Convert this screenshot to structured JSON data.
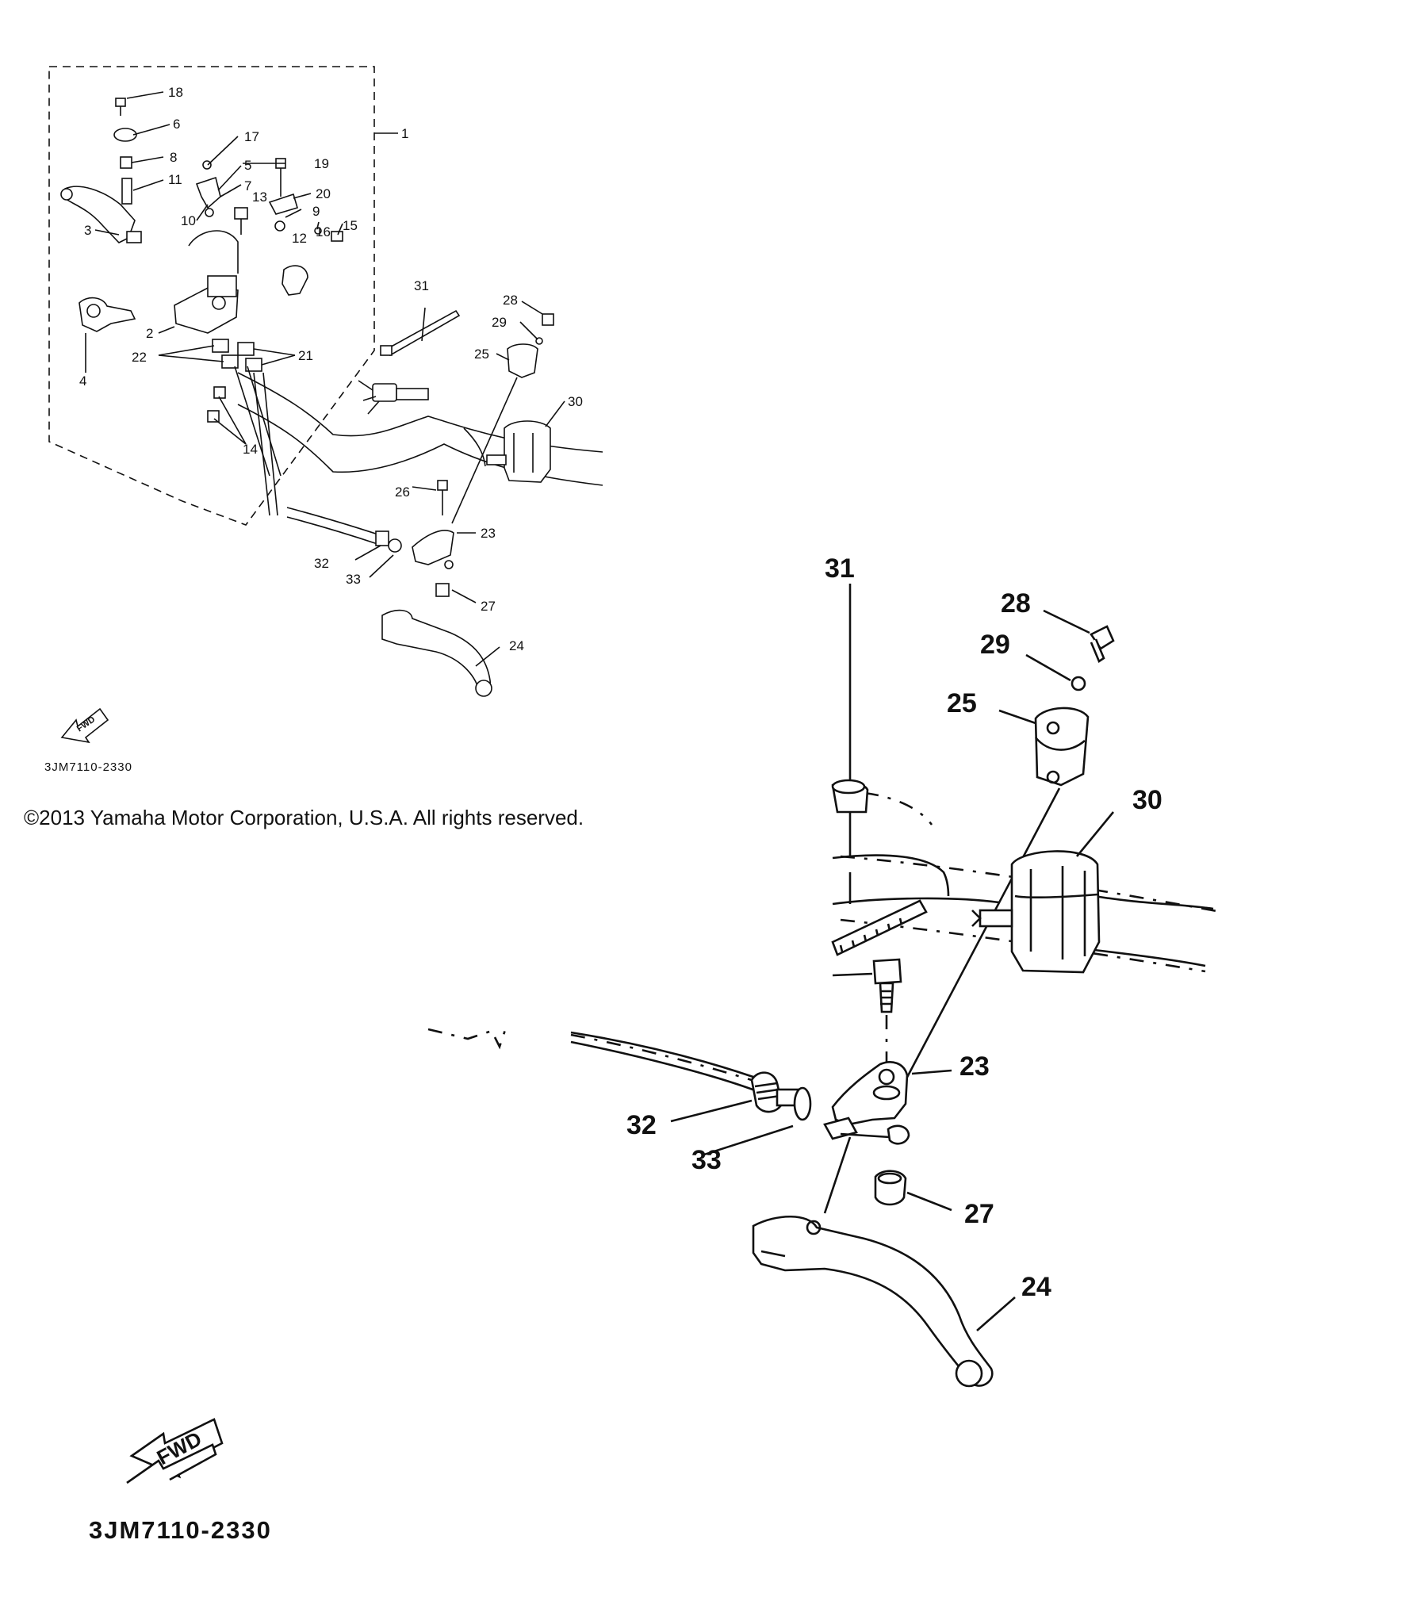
{
  "small_view": {
    "assembly_label": "1",
    "callouts": [
      {
        "id": "c18",
        "text": "18"
      },
      {
        "id": "c6",
        "text": "6"
      },
      {
        "id": "c17",
        "text": "17"
      },
      {
        "id": "c8",
        "text": "8"
      },
      {
        "id": "c5",
        "text": "5"
      },
      {
        "id": "c19",
        "text": "19"
      },
      {
        "id": "c11",
        "text": "11"
      },
      {
        "id": "c7",
        "text": "7"
      },
      {
        "id": "c13",
        "text": "13"
      },
      {
        "id": "c20",
        "text": "20"
      },
      {
        "id": "c10",
        "text": "10"
      },
      {
        "id": "c9",
        "text": "9"
      },
      {
        "id": "c16",
        "text": "16"
      },
      {
        "id": "c15",
        "text": "15"
      },
      {
        "id": "c3",
        "text": "3"
      },
      {
        "id": "c12",
        "text": "12"
      },
      {
        "id": "c2",
        "text": "2"
      },
      {
        "id": "c22",
        "text": "22"
      },
      {
        "id": "c21",
        "text": "21"
      },
      {
        "id": "c4",
        "text": "4"
      },
      {
        "id": "c14",
        "text": "14"
      },
      {
        "id": "c31",
        "text": "31"
      },
      {
        "id": "c28",
        "text": "28"
      },
      {
        "id": "c29",
        "text": "29"
      },
      {
        "id": "c25",
        "text": "25"
      },
      {
        "id": "c30",
        "text": "30"
      },
      {
        "id": "c26",
        "text": "26"
      },
      {
        "id": "c23",
        "text": "23"
      },
      {
        "id": "c32",
        "text": "32"
      },
      {
        "id": "c33",
        "text": "33"
      },
      {
        "id": "c27",
        "text": "27"
      },
      {
        "id": "c24",
        "text": "24"
      }
    ],
    "fwd_text": "FWD",
    "diagram_code": "3JM7110-2330"
  },
  "copyright": "©2013 Yamaha Motor Corporation, U.S.A. All rights reserved.",
  "large_view": {
    "callouts": [
      {
        "id": "L31",
        "text": "31"
      },
      {
        "id": "L28",
        "text": "28"
      },
      {
        "id": "L29",
        "text": "29"
      },
      {
        "id": "L25",
        "text": "25"
      },
      {
        "id": "L30",
        "text": "30"
      },
      {
        "id": "L23",
        "text": "23"
      },
      {
        "id": "L32",
        "text": "32"
      },
      {
        "id": "L33",
        "text": "33"
      },
      {
        "id": "L27",
        "text": "27"
      },
      {
        "id": "L24",
        "text": "24"
      }
    ],
    "fwd_text": "FWD",
    "diagram_code": "3JM7110-2330"
  }
}
